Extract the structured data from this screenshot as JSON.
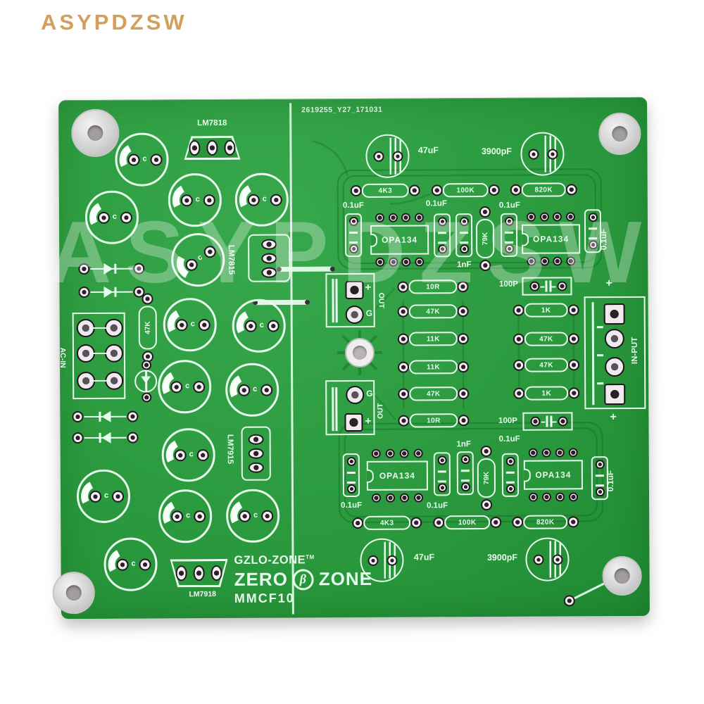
{
  "watermarks": {
    "top_left": "ASYPDZSW",
    "diagonal": "ASYPDZSW",
    "top_color": "#d2a05c"
  },
  "board": {
    "serial": "2619255_Y27_171031",
    "colors": {
      "pcb_green": "#2e9c40",
      "silkscreen": "#e7fcec",
      "trace_green": "#156f28"
    },
    "power": {
      "reg_top": "LM7818",
      "reg_right": "LM7815",
      "reg_mid": "LM7915",
      "reg_bottom": "LM7918",
      "ac_in_label": "AC-IN",
      "res_47k": "47K",
      "cap_mark": "c"
    },
    "amp": {
      "cap_47uf": "47uF",
      "cap_3900pf": "3900pF",
      "res_row": [
        "4K3",
        "100K",
        "820K"
      ],
      "decap_label": "0.1uF",
      "nf_label": "1nF",
      "opamp_label": "OPA134",
      "servo_res": "79K",
      "mid_res": [
        "10R",
        "47K",
        "11K",
        "11K",
        "47K",
        "10R"
      ],
      "in_res": [
        "1K",
        "47K",
        "47K",
        "1K"
      ],
      "coupling_label": "100P",
      "out_label": "OUT",
      "g_label": "G",
      "plus": "+",
      "input_label": "IN-PUT"
    },
    "brand": {
      "line1": "GZLO-ZONE",
      "tm": "TM",
      "zero": "ZERO",
      "zone": "ZONE",
      "symbol": "β",
      "model": "MMCF10"
    }
  }
}
